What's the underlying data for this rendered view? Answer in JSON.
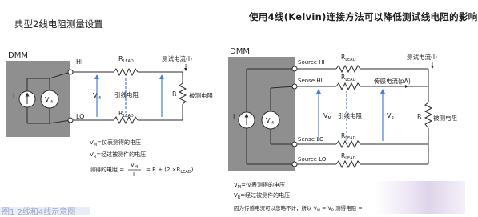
{
  "left": {
    "title": "典型2线电阻测量设置",
    "dmm_label": "DMM",
    "terminal_hi": "HI",
    "terminal_lo": "LO",
    "source_symbol": "I",
    "meter_v": "V",
    "meter_sub": "M",
    "rlead_r": "R",
    "rlead_sub": "LEAD",
    "vm_v": "V",
    "vm_sub": "M",
    "lead_resistance_label": "引线电阻",
    "test_current_label": "测试电流(I)",
    "r_label": "R",
    "dut_label": "被测电阻",
    "legend_vm": "=仪表测得的电压",
    "legend_vr": "=经过被测件的电压",
    "formula_prefix": "测得的电阻 =",
    "formula_num": "V",
    "formula_num_sub": "M",
    "formula_den": "I",
    "formula_suffix": "= R + (2 ×R",
    "formula_suffix_sub": "LEAD",
    "formula_close": ")"
  },
  "right": {
    "title": "使用4线(Kelvin)连接方法可以降低测试线电阻的影响",
    "dmm_label": "DMM",
    "source_hi": "Source HI",
    "sense_hi": "Sense HI",
    "sense_lo": "Sense LO",
    "source_lo": "Source LO",
    "source_symbol": "I",
    "meter_v": "V",
    "meter_sub": "M",
    "rlead_r": "R",
    "rlead_sub": "LEAD",
    "sense_current_label": "传感电流(pA)",
    "test_current_label": "测试电流(I)",
    "lead_resistance_label": "引线电阻",
    "vm_v": "V",
    "vm_sub": "M",
    "vr_v": "V",
    "vr_sub": "R",
    "r_label": "R",
    "dut_label": "被测电阻",
    "legend_vm": "=仪表测得的电压",
    "legend_vr": "=经过被测件的电压",
    "note_a": "因为传感电流可以忽略不计，所以 V",
    "note_b": " = V",
    "note_c": "  测得电阻 ="
  },
  "caption": "图1 2线和4线示意图",
  "colors": {
    "dmm_box": "#8f8f8f",
    "wire": "#2b2b2b",
    "arrow_blue": "#4a7fd0",
    "caption_text": "#9aa9cf"
  }
}
